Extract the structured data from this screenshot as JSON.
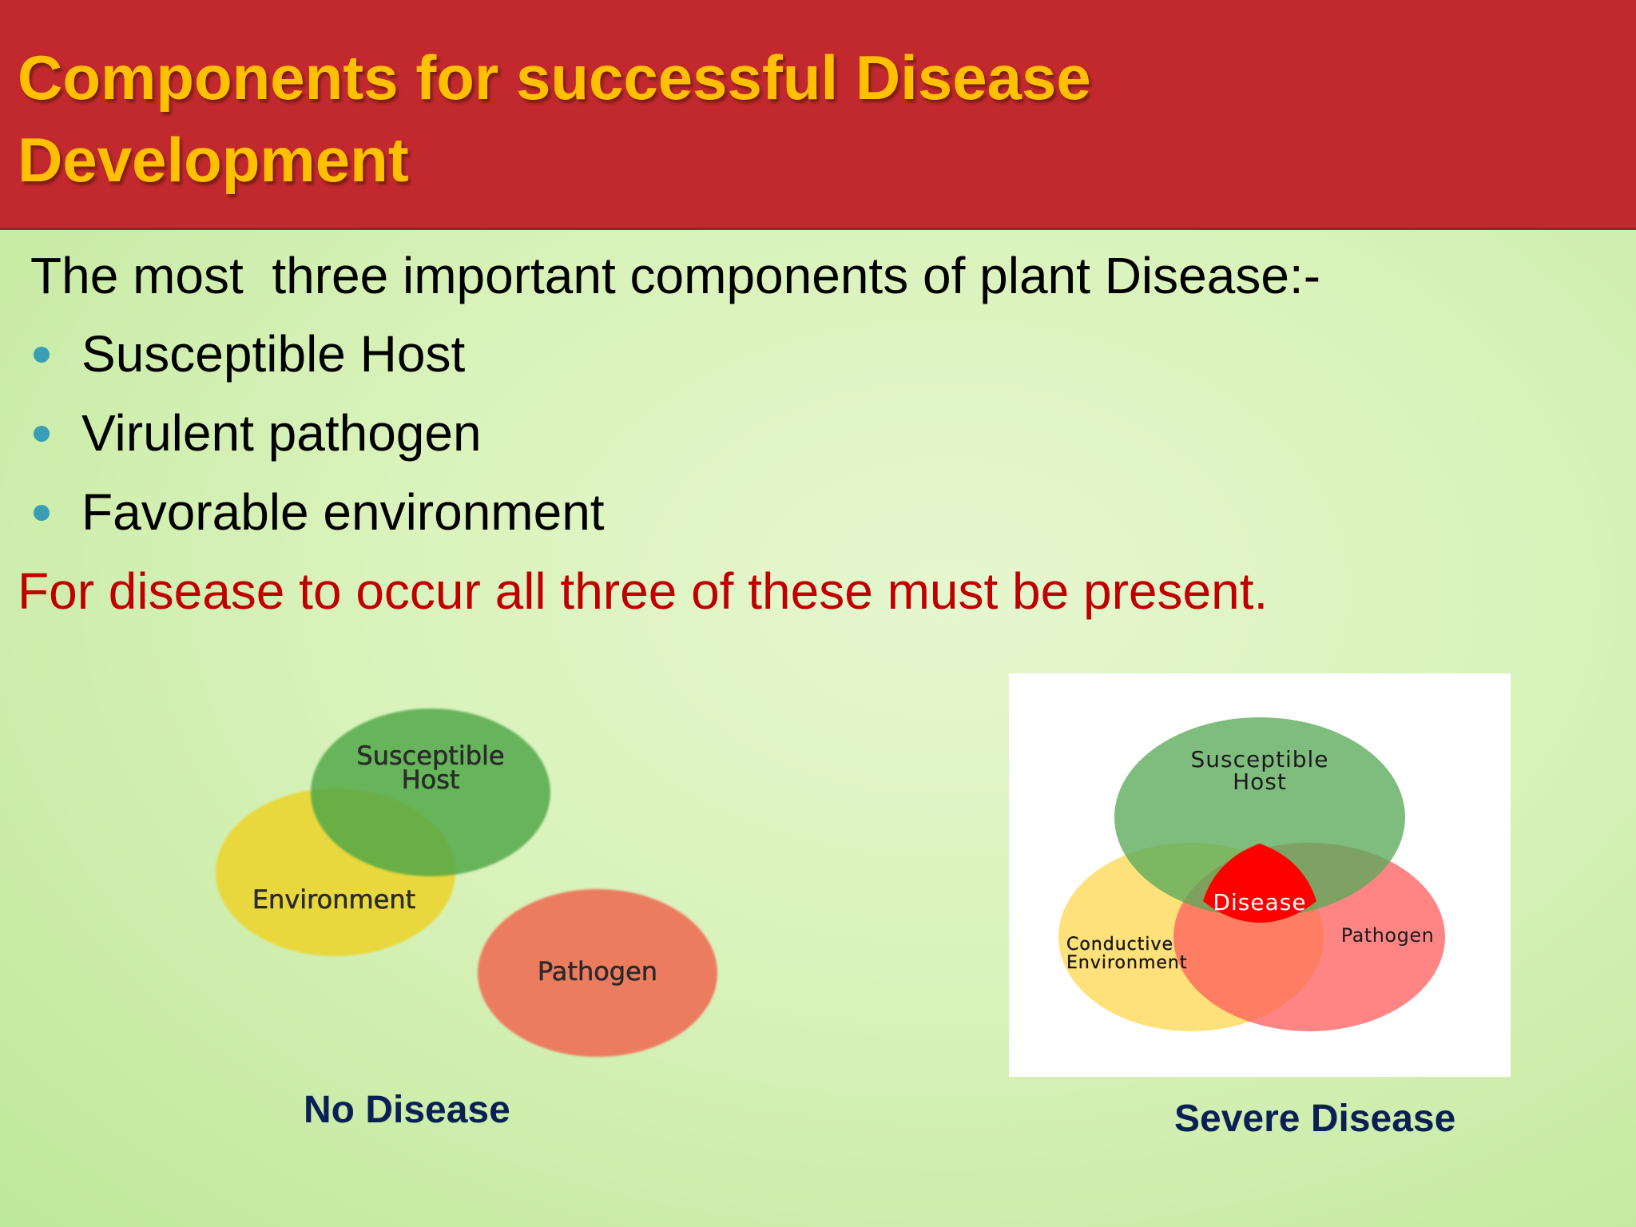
{
  "slide": {
    "title_line1": "Components for successful Disease",
    "title_line2": "Development",
    "intro": "The most  three important components of plant Disease:-",
    "bullets": [
      "Susceptible Host",
      "Virulent pathogen",
      "Favorable environment"
    ],
    "note": "For disease to occur all three of these must be present."
  },
  "left_diagram": {
    "host_line1": "Susceptible",
    "host_line2": "Host",
    "environment": "Environment",
    "pathogen": "Pathogen",
    "caption": "No Disease"
  },
  "right_diagram": {
    "host_line1": "Susceptible",
    "host_line2": "Host",
    "environment_line1": "Conductive",
    "environment_line2": "Environment",
    "pathogen": "Pathogen",
    "center": "Disease",
    "caption": "Severe Disease"
  },
  "colors": {
    "title_bar": "#c1292e",
    "title_text": "#ffc000",
    "note_text": "#c00000",
    "caption_text": "#0a2055",
    "bullet_dot": "#3a9eb5",
    "host_green": "#5aab5a",
    "environment_yellow": "#ffd966",
    "pathogen_red": "#ff5a5a",
    "disease_center": "#ff0000"
  }
}
